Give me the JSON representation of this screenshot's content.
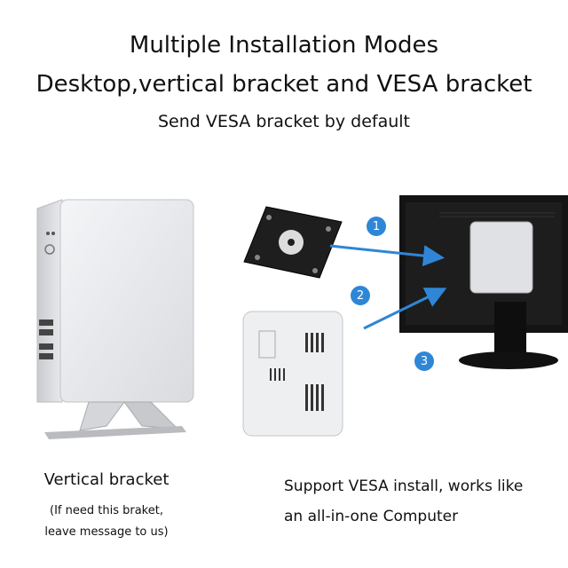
{
  "header": {
    "title_line1": "Multiple Installation Modes",
    "title_line2": "Desktop,vertical bracket and VESA bracket",
    "subtitle": "Send VESA bracket by default"
  },
  "left_panel": {
    "caption": "Vertical bracket",
    "note_line1": "(If need this braket,",
    "note_line2": "leave message to us)"
  },
  "right_panel": {
    "caption_line1": "Support VESA install, works like",
    "caption_line2": "an all-in-one Computer",
    "steps": [
      "1",
      "2",
      "3"
    ]
  },
  "colors": {
    "accent": "#2f86d6",
    "device_body": "#e6e7ea",
    "monitor": "#141414"
  }
}
